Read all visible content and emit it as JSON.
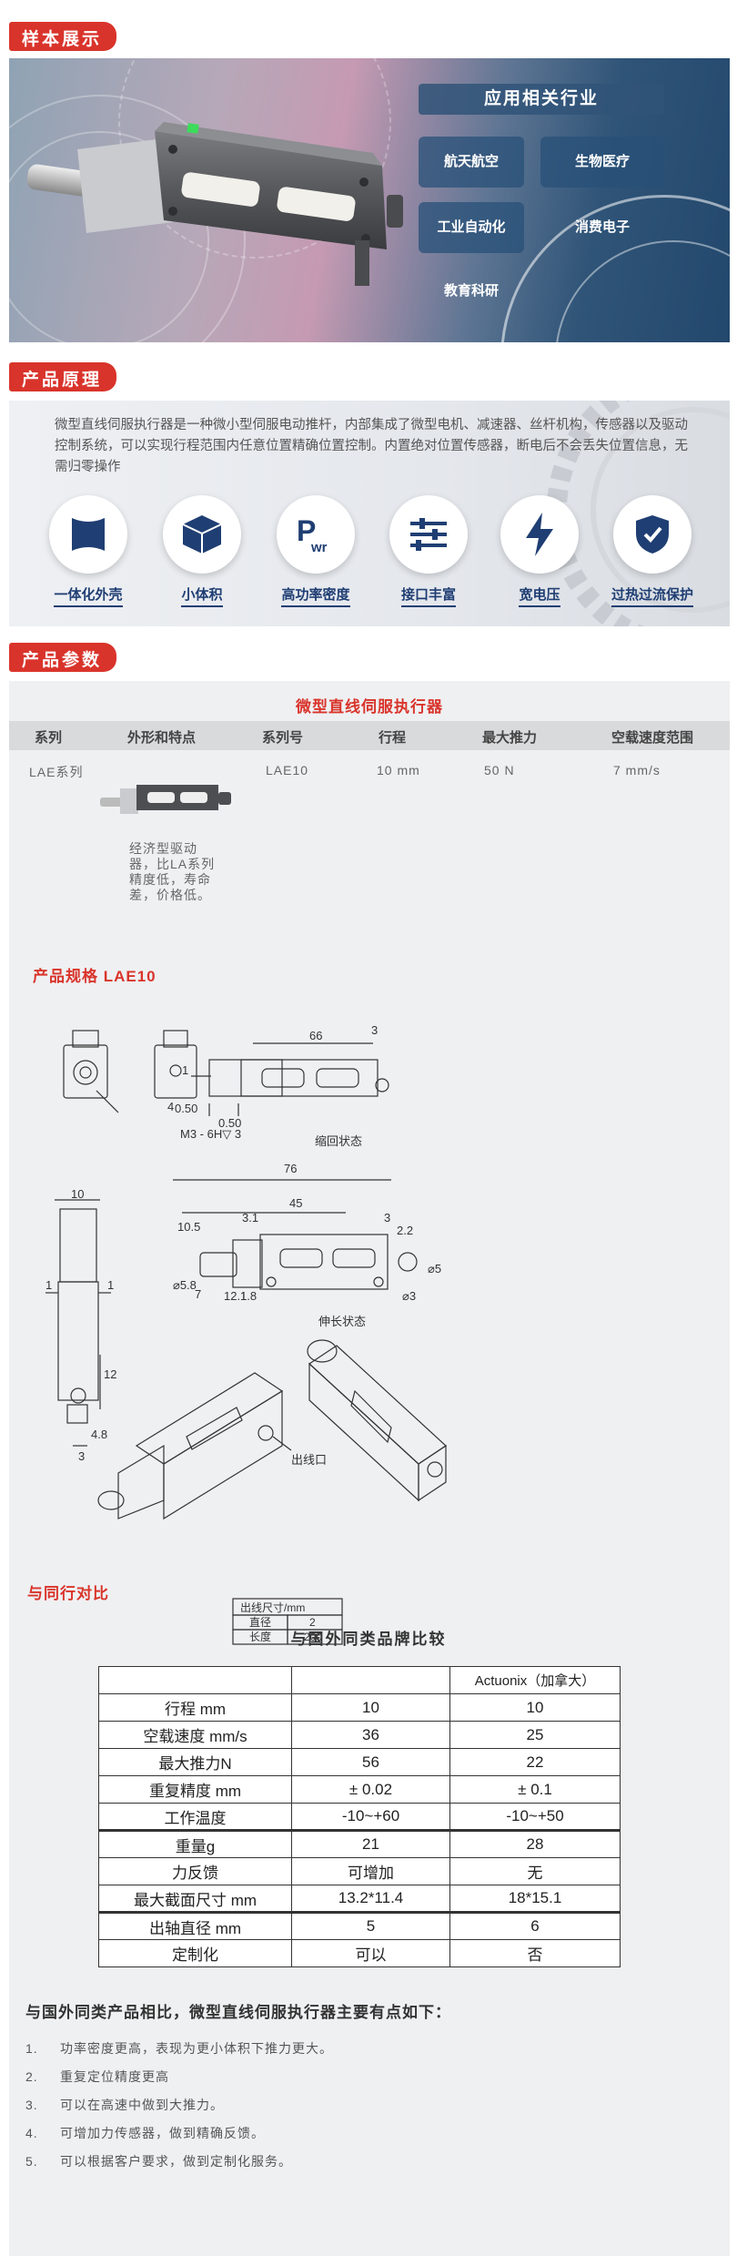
{
  "sections": {
    "samples": "样本展示",
    "principle": "产品原理",
    "params": "产品参数"
  },
  "banner": {
    "industry_title": "应用相关行业",
    "industries": [
      "航天航空",
      "生物医疗",
      "工业自动化",
      "消费电子",
      "教育科研"
    ]
  },
  "principle": {
    "text": "微型直线伺服执行器是一种微小型伺服电动推杆，内部集成了微型电机、减速器、丝杆机构，传感器以及驱动控制系统，可以实现行程范围内任意位置精确位置控制。内置绝对位置传感器，断电后不会丢失位置信息，无需归零操作",
    "features": [
      {
        "label": "一体化外壳",
        "icon": "shell-icon"
      },
      {
        "label": "小体积",
        "icon": "cube-icon"
      },
      {
        "label": "高功率密度",
        "icon": "power-icon"
      },
      {
        "label": "接口丰富",
        "icon": "sliders-icon"
      },
      {
        "label": "宽电压",
        "icon": "bolt-icon"
      },
      {
        "label": "过热过流保护",
        "icon": "shield-icon"
      }
    ]
  },
  "params": {
    "title": "微型直线伺服执行器",
    "headers": [
      "系列",
      "外形和特点",
      "系列号",
      "行程",
      "最大推力",
      "空载速度范围"
    ],
    "row": {
      "series": "LAE系列",
      "model": "LAE10",
      "stroke": "10 mm",
      "force": "50 N",
      "speed": "7 mm/s",
      "feature": "经济型驱动器，比LA系列精度低，寿命差，价格低。"
    }
  },
  "spec": {
    "title": "产品规格 LAE10",
    "dims": {
      "d66": "66",
      "d3": "3",
      "d1": "1",
      "d4": "4",
      "d050a": "0.50",
      "d050b": "0.50",
      "thread": "M3 - 6H▽ 3",
      "retracted": "缩回状态",
      "d76": "76",
      "d45": "45",
      "d105": "10.5",
      "d31": "3.1",
      "d22": "2.2",
      "d3b": "3",
      "phi5": "⌀5",
      "phi58": "⌀5.8",
      "d7": "7",
      "d121": "12.1",
      "d18": "1.8",
      "phi3": "⌀3",
      "extended": "伸长状态",
      "v10": "10",
      "v1a": "1",
      "v1b": "1",
      "v12": "12",
      "v3": "3",
      "v48": "4.8",
      "cable_exit": "出线口"
    },
    "cable_table": {
      "title": "出线尺寸/mm",
      "rows": [
        [
          "直径",
          "2"
        ],
        [
          "长度",
          "200"
        ]
      ]
    }
  },
  "compare": {
    "title": "与同行对比",
    "table_title": "与国外同类品牌比较",
    "header": [
      "",
      "",
      "Actuonix（加拿大）"
    ],
    "rows": [
      [
        "行程 mm",
        "10",
        "10"
      ],
      [
        "空载速度 mm/s",
        "36",
        "25"
      ],
      [
        "最大推力N",
        "56",
        "22"
      ],
      [
        "重复精度 mm",
        "± 0.02",
        "± 0.1"
      ],
      [
        "工作温度",
        "-10~+60",
        "-10~+50"
      ],
      [
        "重量g",
        "21",
        "28"
      ],
      [
        "力反馈",
        "可增加",
        "无"
      ],
      [
        "最大截面尺寸 mm",
        "13.2*11.4",
        "18*15.1"
      ],
      [
        "出轴直径 mm",
        "5",
        "6"
      ],
      [
        "定制化",
        "可以",
        "否"
      ]
    ],
    "adv_title": "与国外同类产品相比，微型直线伺服执行器主要有点如下：",
    "advantages": [
      {
        "n": "1.",
        "text": "功率密度更高，表现为更小体积下推力更大。"
      },
      {
        "n": "2.",
        "text": "重复定位精度更高"
      },
      {
        "n": "3.",
        "text": "可以在高速中做到大推力。"
      },
      {
        "n": "4.",
        "text": "可增加力传感器，做到精确反馈。"
      },
      {
        "n": "5.",
        "text": "可以根据客户要求，做到定制化服务。"
      }
    ]
  },
  "colors": {
    "accent": "#d9342b",
    "navy": "#1f3e73"
  }
}
